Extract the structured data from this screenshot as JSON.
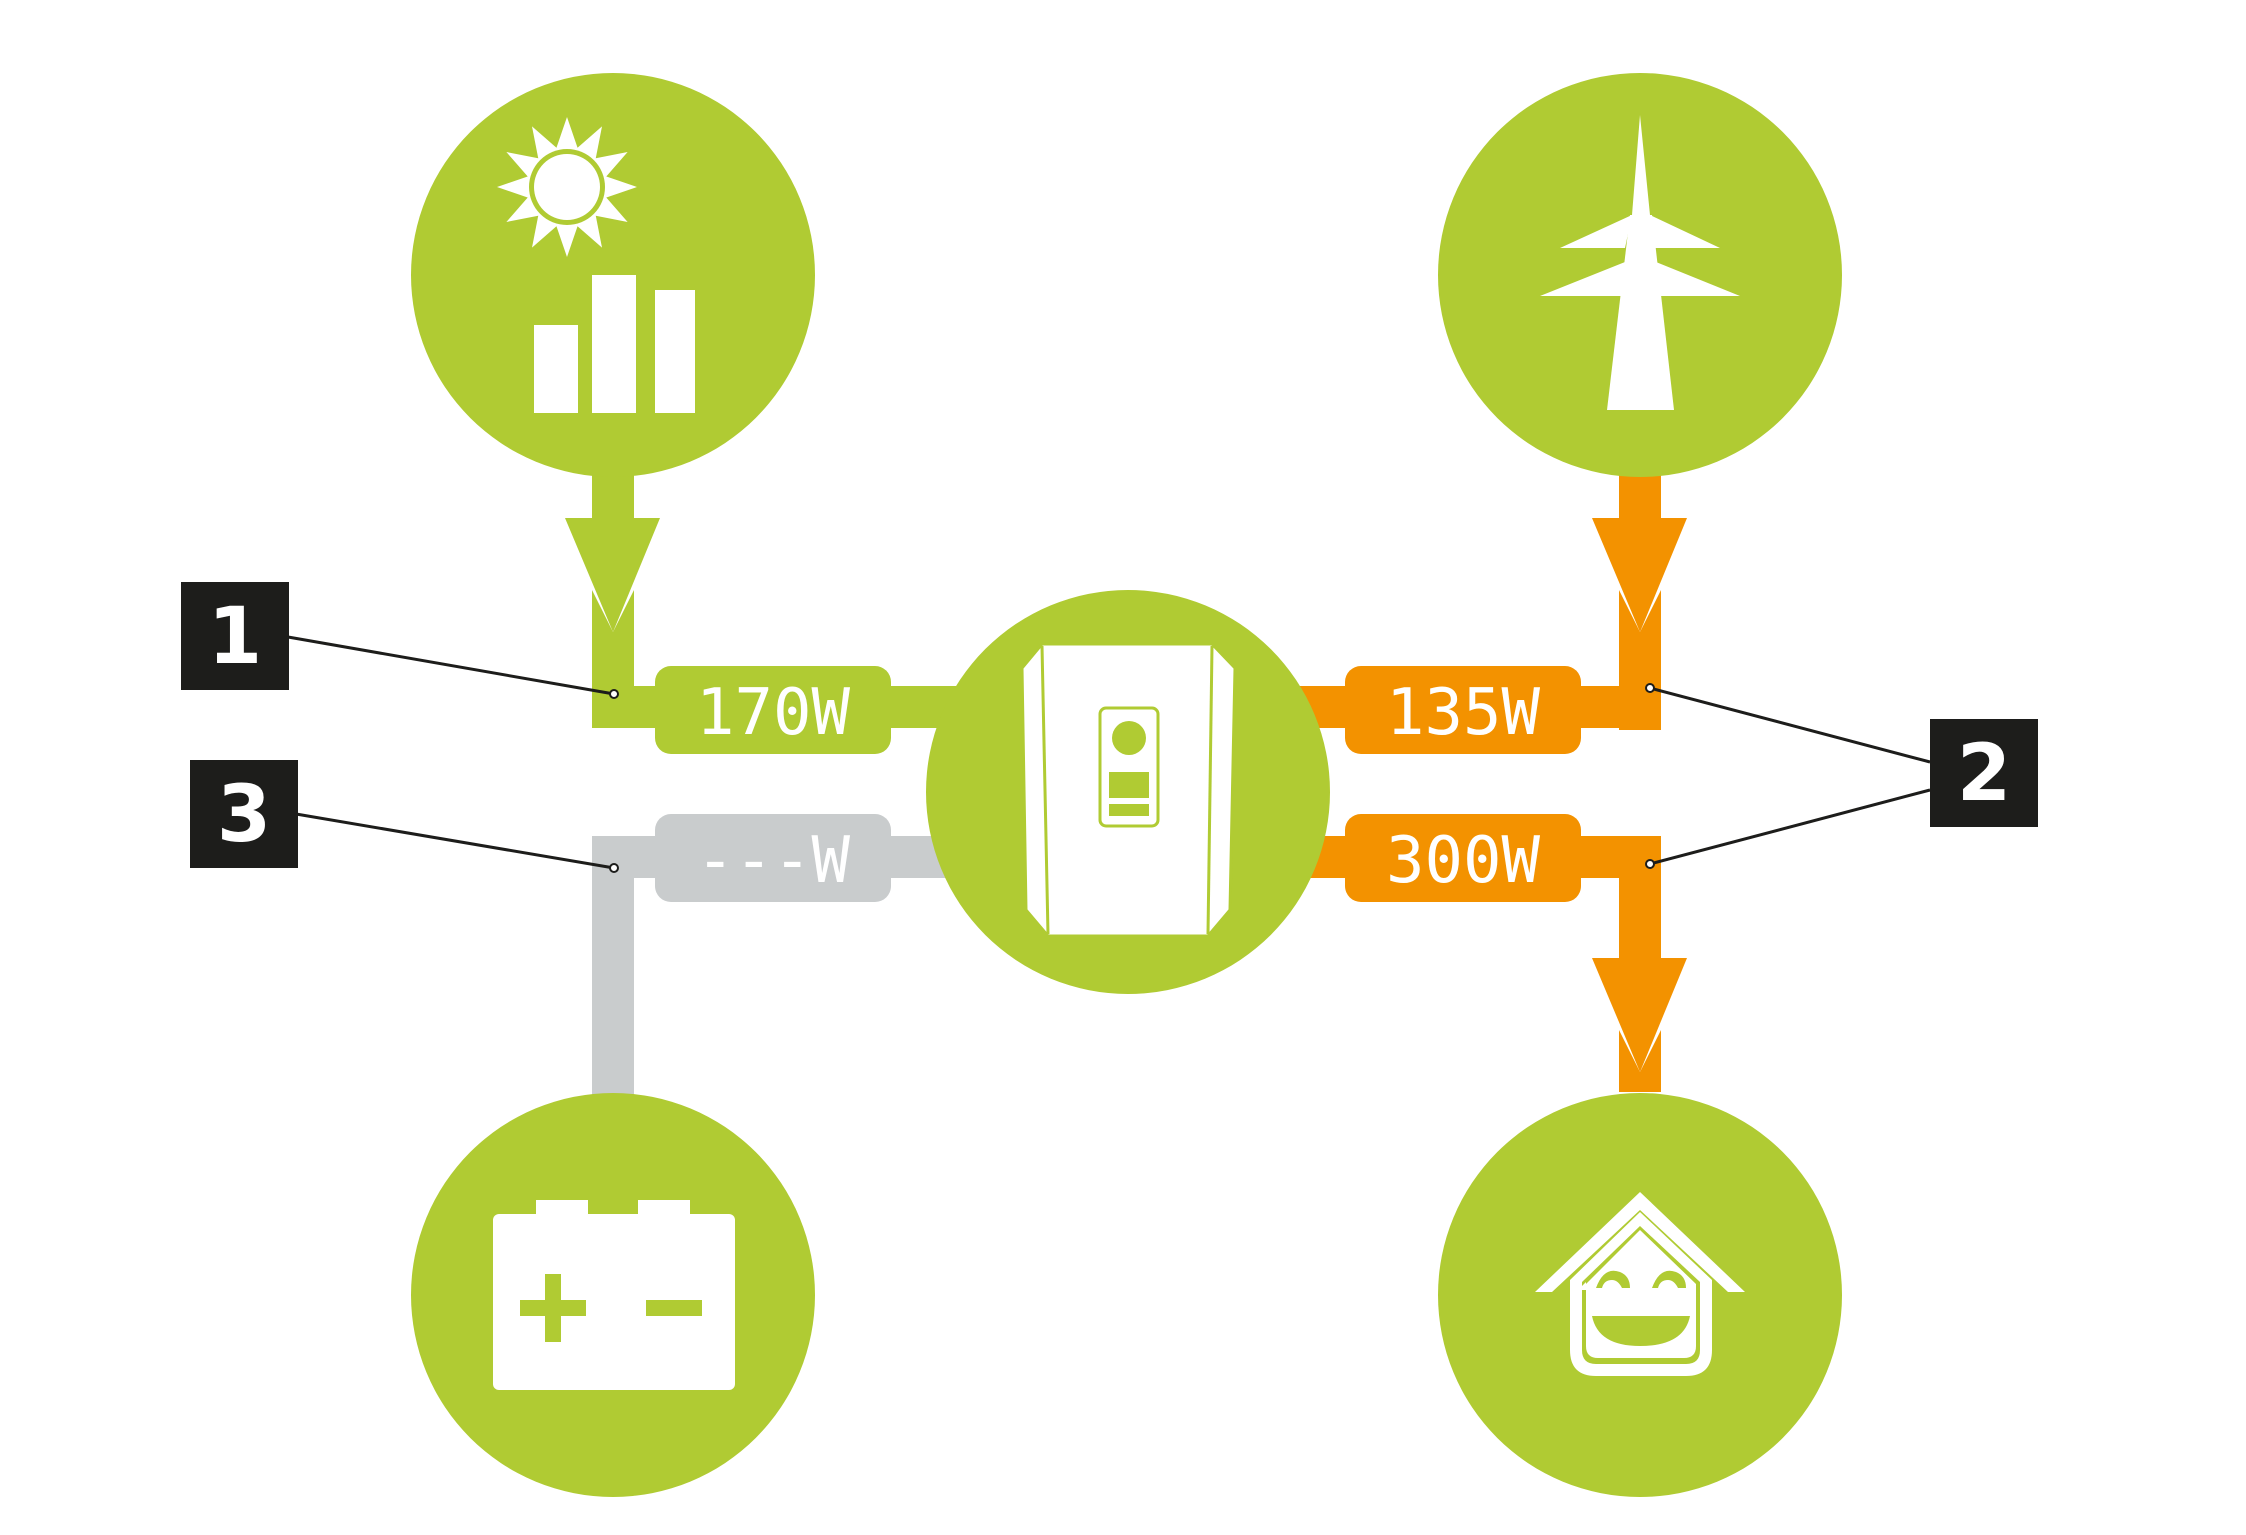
{
  "colors": {
    "green": "#b0cb33",
    "orange": "#f39200",
    "grey": "#c9cccd",
    "white": "#ffffff",
    "callout": "#1d1d1b"
  },
  "nodes": {
    "pv": {
      "icon": "solar-panel-icon"
    },
    "grid": {
      "icon": "power-pylon-icon"
    },
    "inverter": {
      "icon": "inverter-icon"
    },
    "battery": {
      "icon": "battery-icon"
    },
    "house": {
      "icon": "smiling-house-icon"
    }
  },
  "flows": {
    "pv_power": "170W",
    "grid_power": "135W",
    "battery_power": "---W",
    "house_power": "300W"
  },
  "callouts": {
    "one": "1",
    "two": "2",
    "three": "3"
  }
}
